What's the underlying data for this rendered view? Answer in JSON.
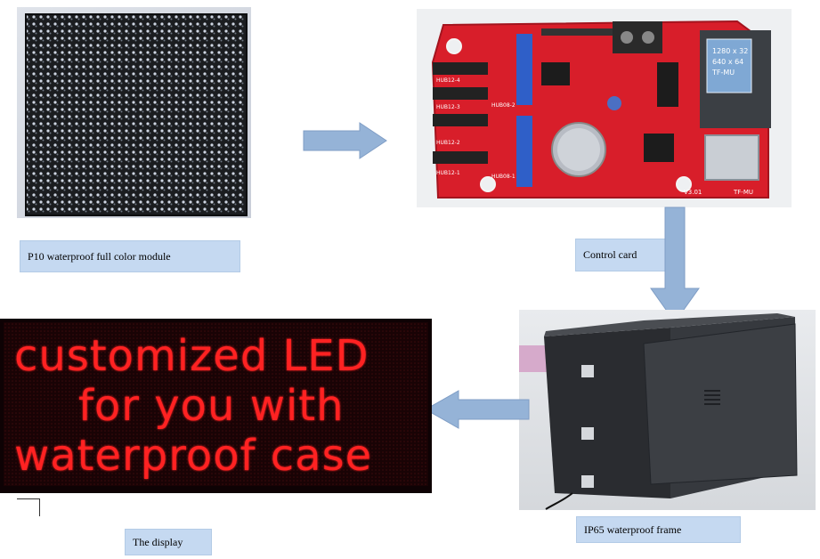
{
  "labels": {
    "module": "P10 waterproof full color module",
    "control_card": "Control card",
    "frame": "IP65 waterproof frame",
    "display": "The display"
  },
  "display_text": {
    "line1": "customized LED",
    "line2": "for you with",
    "line3": "waterproof case"
  },
  "card_labels": {
    "sticker_line1": "1280 x 32",
    "sticker_line2": "640 x 64",
    "sticker_line3": "TF-MU",
    "model": "TF-MU",
    "version": "V3.01",
    "hub1": "HUB08-1",
    "hub2": "HUB08-2",
    "hub12_1": "HUB12-1",
    "hub12_2": "HUB12-2",
    "hub12_3": "HUB12-3",
    "hub12_4": "HUB12-4"
  },
  "colors": {
    "arrow": "#95b3d7",
    "label_bg": "#c5d9f1",
    "led_red": "#ff2020",
    "pcb_red": "#d81e2a"
  }
}
